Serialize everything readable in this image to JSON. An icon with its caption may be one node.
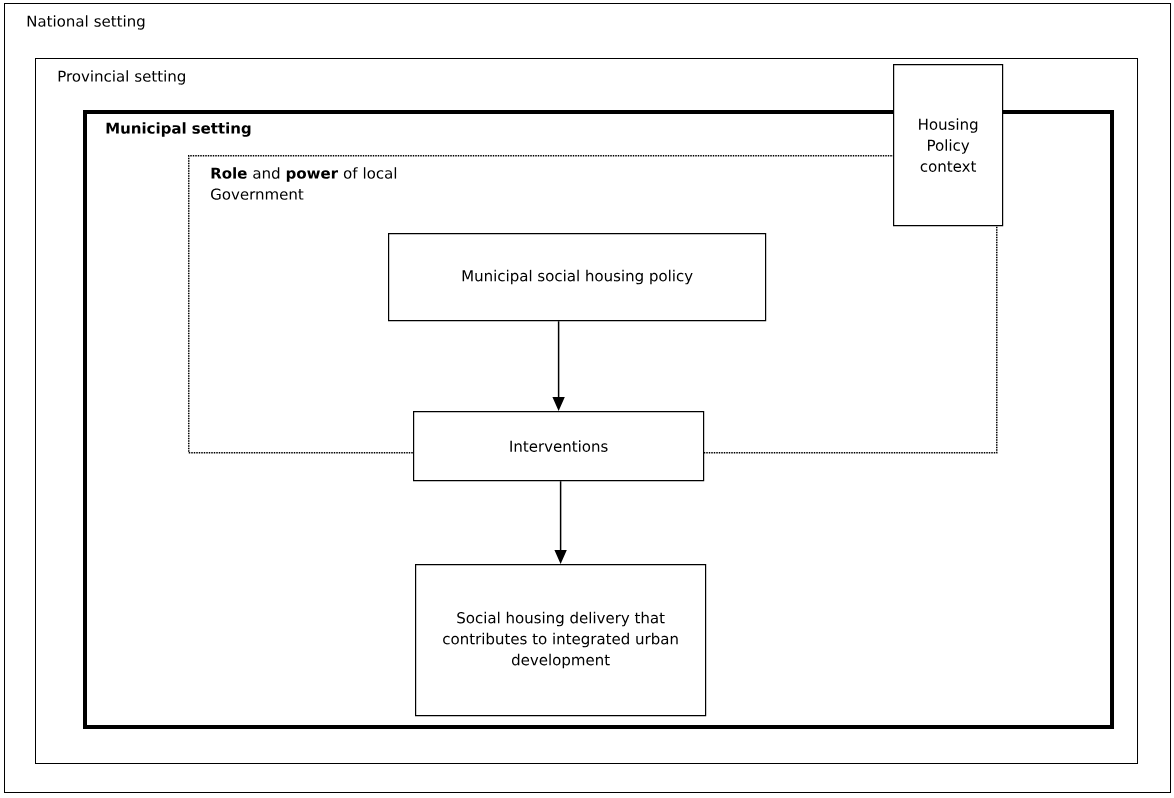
{
  "diagram": {
    "nodes": [
      {
        "text": [
          "National setting"
        ]
      },
      {
        "text": [
          "Provincial setting"
        ],
        "in": 0
      },
      {
        "text": [
          "Municipal setting"
        ],
        "in": 1
      },
      {
        "text": [
          "**Role** and **power** of local Government"
        ],
        "in": 2
      },
      {
        "text": [
          "Municipal social housing policy"
        ],
        "in": 3
      },
      {
        "text": [
          "Interventions"
        ],
        "in": 2
      },
      {
        "text": [
          "Social housing delivery that contributes to integrated urban development"
        ],
        "in": 2
      },
      {
        "text": [
          "Housing Policy context"
        ],
        "in": 1
      }
    ],
    "edges": [
      {
        "from": 4,
        "to": 5,
        "arrow": "to"
      },
      {
        "from": 5,
        "to": 6,
        "arrow": "to"
      }
    ]
  }
}
